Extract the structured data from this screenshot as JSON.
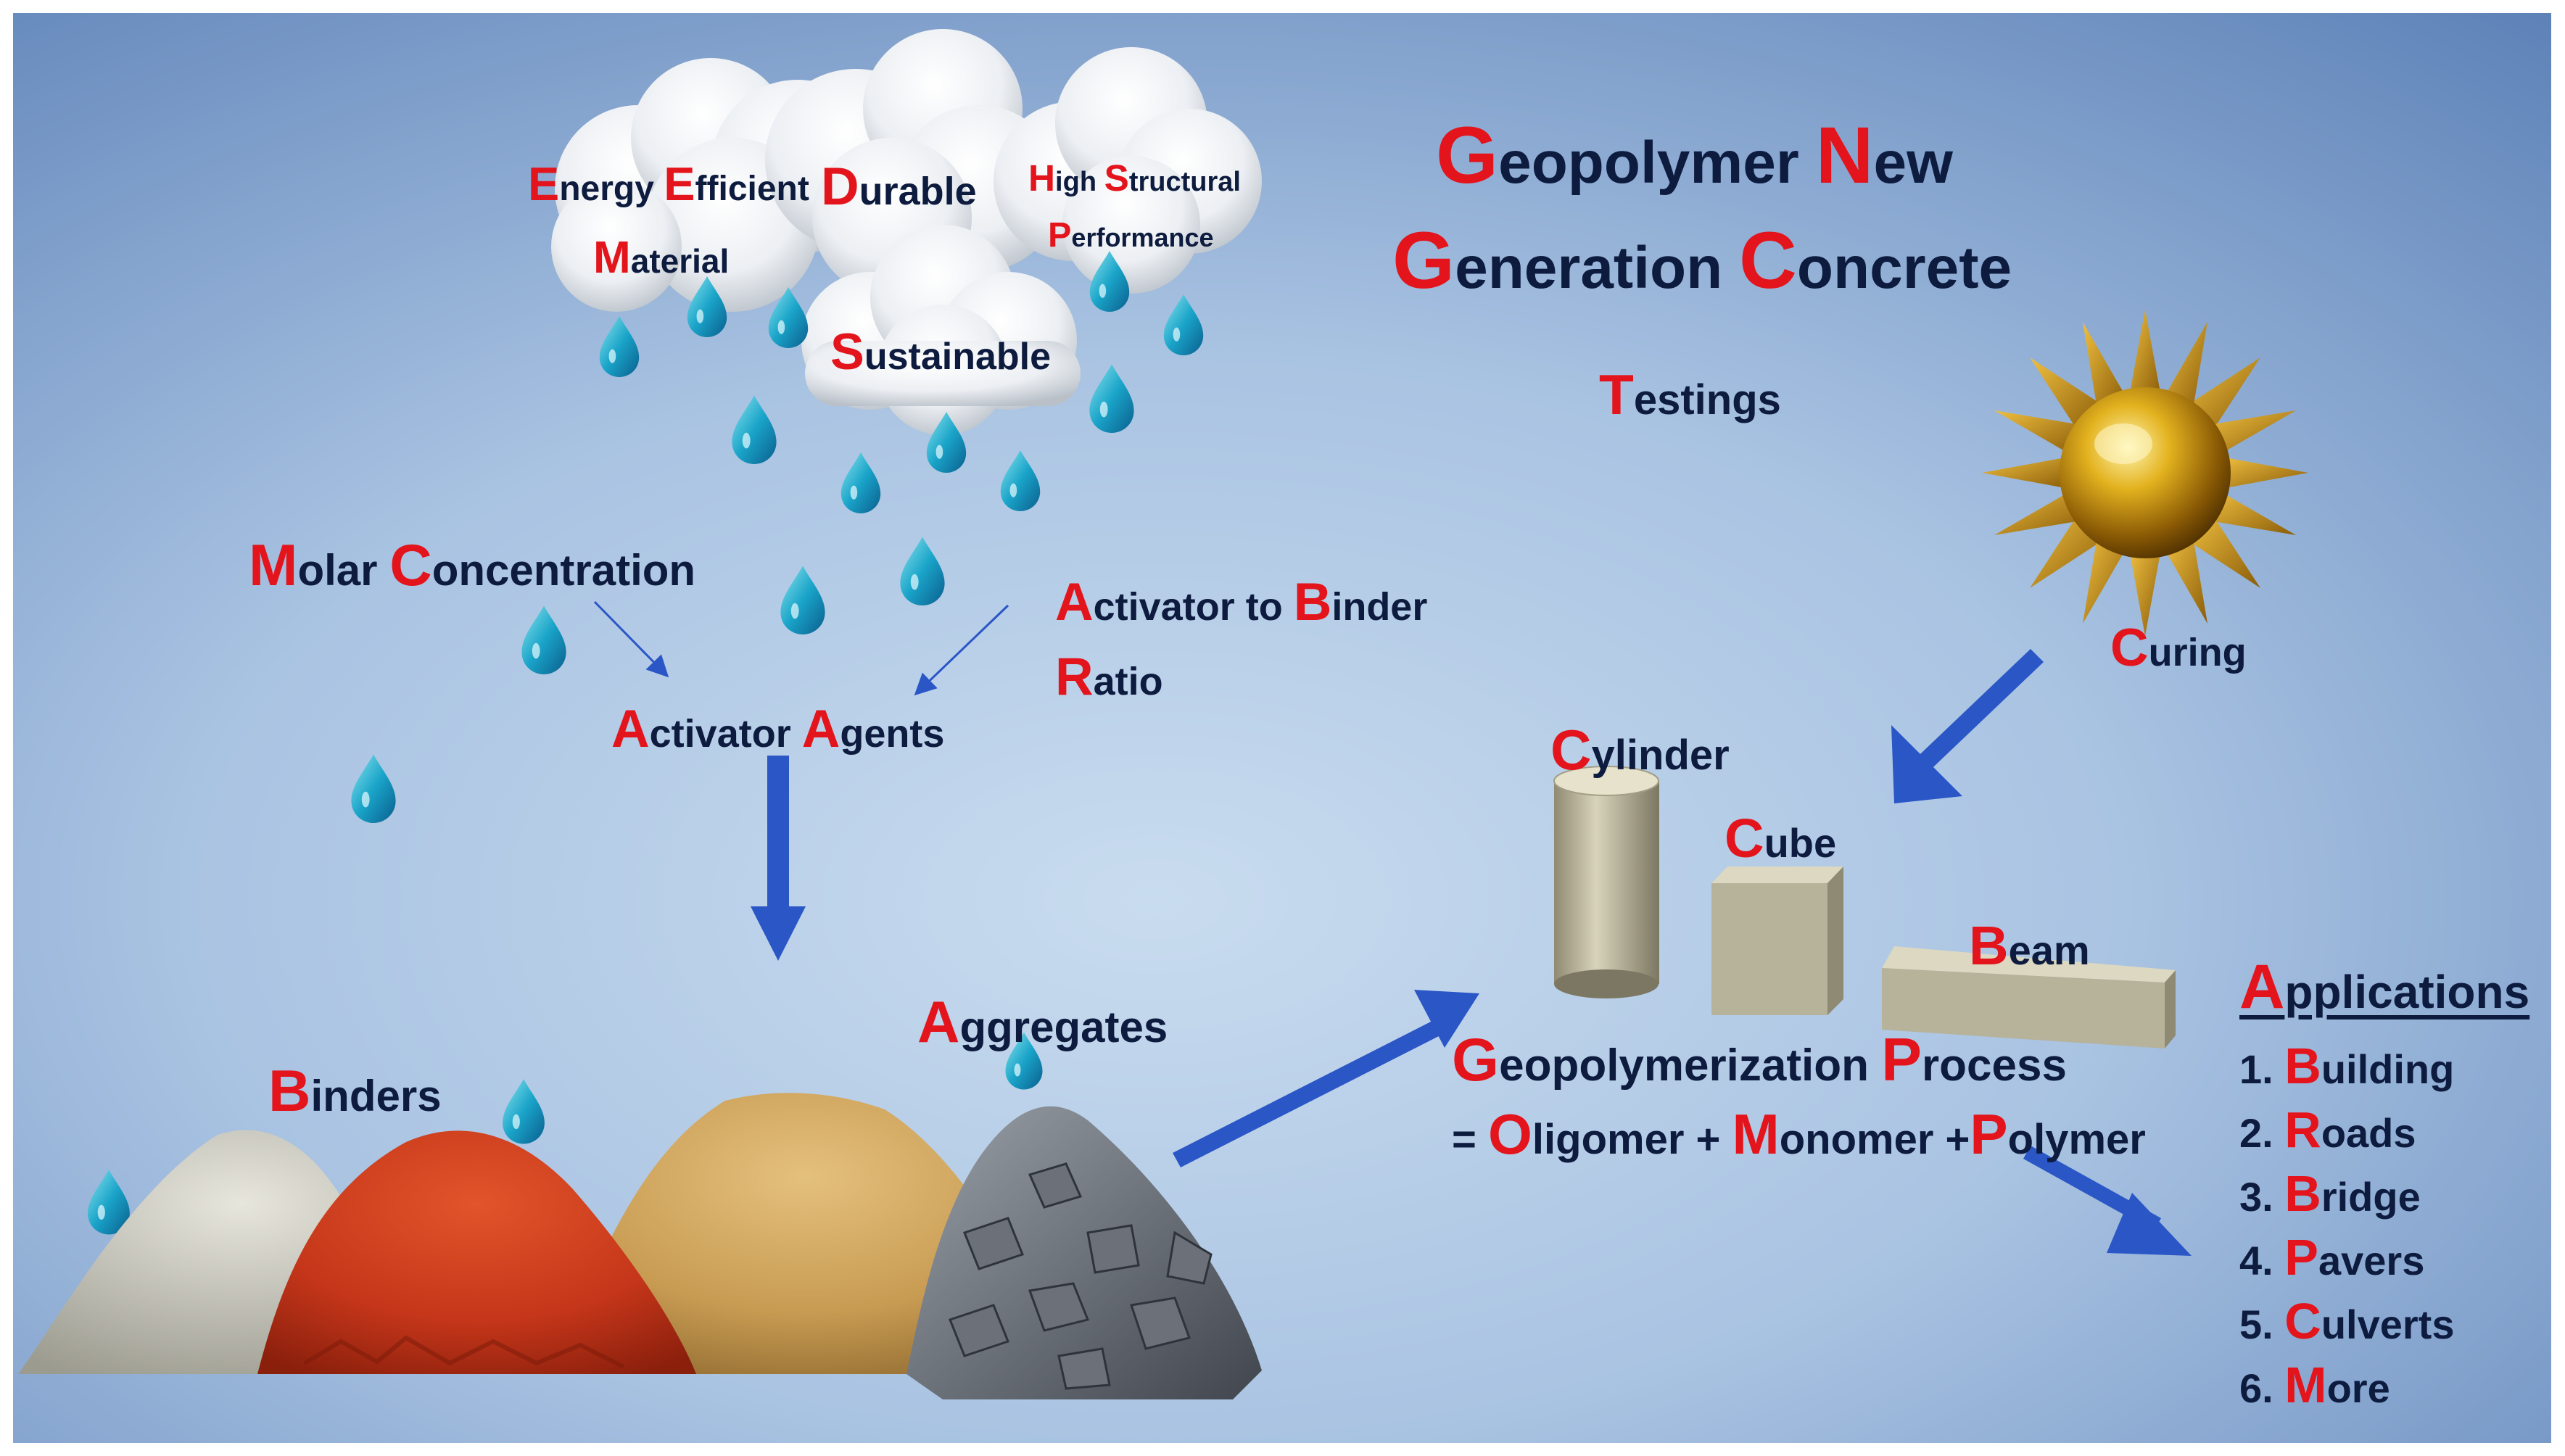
{
  "title": {
    "line1": [
      {
        "hl": "G",
        "rest": "eopolymer "
      },
      {
        "hl": "N",
        "rest": "ew"
      }
    ],
    "line2": [
      {
        "hl": "G",
        "rest": "eneration "
      },
      {
        "hl": "C",
        "rest": "oncrete"
      }
    ]
  },
  "clouds": {
    "energy_efficient": [
      {
        "hl": "E",
        "rest": "nergy "
      },
      {
        "hl": "E",
        "rest": "fficient"
      }
    ],
    "durable": [
      {
        "hl": "D",
        "rest": "urable"
      }
    ],
    "material": [
      {
        "hl": "M",
        "rest": "aterial"
      }
    ],
    "high_structural": [
      {
        "hl": "H",
        "rest": "igh "
      },
      {
        "hl": "S",
        "rest": "tructural"
      }
    ],
    "performance": [
      {
        "hl": "P",
        "rest": "erformance"
      }
    ],
    "sustainable": [
      {
        "hl": "S",
        "rest": "ustainable"
      }
    ]
  },
  "labels": {
    "testings": [
      {
        "hl": "T",
        "rest": "estings"
      }
    ],
    "molar": [
      {
        "hl": "M",
        "rest": "olar "
      },
      {
        "hl": "C",
        "rest": "oncentration"
      }
    ],
    "activator_ratio_1": [
      {
        "hl": "A",
        "rest": "ctivator to "
      },
      {
        "hl": "B",
        "rest": "inder"
      }
    ],
    "activator_ratio_2": [
      {
        "hl": "R",
        "rest": "atio"
      }
    ],
    "activator_agents": [
      {
        "hl": "A",
        "rest": "ctivator "
      },
      {
        "hl": "A",
        "rest": "gents"
      }
    ],
    "curing": [
      {
        "hl": "C",
        "rest": "uring"
      }
    ],
    "cylinder": [
      {
        "hl": "C",
        "rest": "ylinder"
      }
    ],
    "cube": [
      {
        "hl": "C",
        "rest": "ube"
      }
    ],
    "beam": [
      {
        "hl": "B",
        "rest": "eam"
      }
    ],
    "binders": [
      {
        "hl": "B",
        "rest": "inders"
      }
    ],
    "aggregates": [
      {
        "hl": "A",
        "rest": "ggregates"
      }
    ],
    "process": [
      {
        "hl": "G",
        "rest": "eopolymerization "
      },
      {
        "hl": "P",
        "rest": "rocess"
      }
    ],
    "equation": [
      {
        "hl": "",
        "rest": "= "
      },
      {
        "hl": "O",
        "rest": "ligomer + "
      },
      {
        "hl": "M",
        "rest": "onomer +"
      },
      {
        "hl": "P",
        "rest": "olymer"
      }
    ]
  },
  "applications": {
    "title": [
      {
        "hl": "A",
        "rest": "pplications"
      }
    ],
    "items": [
      {
        "num": "1. ",
        "hl": "B",
        "rest": "uilding"
      },
      {
        "num": "2. ",
        "hl": "R",
        "rest": "oads"
      },
      {
        "num": "3. ",
        "hl": "B",
        "rest": "ridge"
      },
      {
        "num": "4. ",
        "hl": "P",
        "rest": "avers"
      },
      {
        "num": "5. ",
        "hl": "C",
        "rest": "ulverts"
      },
      {
        "num": "6. ",
        "hl": "M",
        "rest": "ore"
      }
    ]
  },
  "colors": {
    "accent_red": "#e3141b",
    "text_navy": "#0d1b3e",
    "arrow_blue": "#2a56c6",
    "background_top": "#5d82b8",
    "background_mid": "#b5cde6"
  },
  "icons": [
    "cloud-icon",
    "water-drop-icon",
    "sun-icon",
    "arrow-icon",
    "cylinder-specimen-icon",
    "cube-specimen-icon",
    "beam-specimen-icon",
    "cement-pile-icon",
    "red-clay-pile-icon",
    "sand-pile-icon",
    "gravel-pile-icon"
  ]
}
